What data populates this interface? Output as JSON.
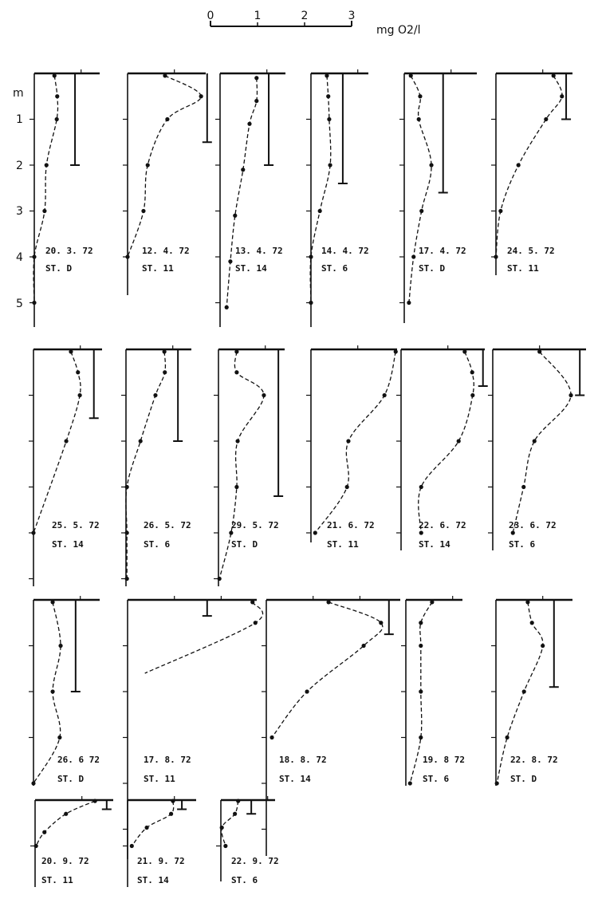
{
  "chart_data": {
    "type": "line",
    "description_type": "vertical oxygen profiles (small multiples)",
    "xlabel": "mg O2/l",
    "ylabel": "m",
    "scale_ticks": [
      "0",
      "1",
      "2",
      "3"
    ],
    "depth_ticks": [
      "1",
      "2",
      "3",
      "4",
      "5"
    ],
    "xlim": [
      0,
      3
    ],
    "ylim": [
      0,
      5.5
    ],
    "y_inverted": true,
    "line_style": "dashed",
    "color": "#111111",
    "panels": [
      {
        "date": "20. 3. 72",
        "station": "ST. D",
        "points": [
          [
            0.43,
            0.05
          ],
          [
            0.49,
            0.5
          ],
          [
            0.48,
            1
          ],
          [
            0.26,
            2
          ],
          [
            0.22,
            3
          ],
          [
            0,
            4
          ],
          [
            0,
            5
          ]
        ],
        "bar": [
          0.87,
          2
        ]
      },
      {
        "date": "12. 4. 72",
        "station": "ST. 11",
        "points": [
          [
            0.8,
            0.05
          ],
          [
            1.57,
            0.5
          ],
          [
            0.85,
            1
          ],
          [
            0.43,
            2
          ],
          [
            0.34,
            3
          ],
          [
            0,
            4
          ]
        ],
        "bar": [
          1.7,
          1.5
        ]
      },
      {
        "date": "13. 4. 72",
        "station": "ST. 14",
        "points": [
          [
            0.78,
            0.1
          ],
          [
            0.78,
            0.6
          ],
          [
            0.63,
            1.1
          ],
          [
            0.49,
            2.1
          ],
          [
            0.32,
            3.1
          ],
          [
            0.22,
            4.1
          ],
          [
            0.14,
            5.1
          ]
        ],
        "bar": [
          1.04,
          2
        ]
      },
      {
        "date": "14. 4. 72",
        "station": "ST. 6",
        "points": [
          [
            0.34,
            0.05
          ],
          [
            0.37,
            0.5
          ],
          [
            0.39,
            1
          ],
          [
            0.41,
            2
          ],
          [
            0.19,
            3
          ],
          [
            0,
            4
          ],
          [
            0,
            5
          ]
        ],
        "bar": [
          0.68,
          2.4
        ]
      },
      {
        "date": "17. 4. 72",
        "station": "ST. D",
        "points": [
          [
            0.14,
            0.05
          ],
          [
            0.34,
            0.5
          ],
          [
            0.31,
            1
          ],
          [
            0.58,
            2
          ],
          [
            0.37,
            3
          ],
          [
            0.2,
            4
          ],
          [
            0.1,
            5
          ]
        ],
        "bar": [
          0.83,
          2.6
        ]
      },
      {
        "date": "24. 5. 72",
        "station": "ST. 11",
        "points": [
          [
            1.23,
            0.05
          ],
          [
            1.41,
            0.5
          ],
          [
            1.07,
            1
          ],
          [
            0.48,
            2
          ],
          [
            0.1,
            3
          ],
          [
            0,
            4
          ]
        ],
        "bar": [
          1.5,
          1
        ]
      },
      {
        "date": "25. 5. 72",
        "station": "ST. 14",
        "points": [
          [
            0.8,
            0.05
          ],
          [
            0.95,
            0.5
          ],
          [
            0.99,
            1
          ],
          [
            0.7,
            2
          ],
          [
            0,
            4
          ]
        ],
        "bar": [
          1.29,
          1.5
        ]
      },
      {
        "date": "26. 5. 72",
        "station": "ST. 6",
        "points": [
          [
            0.82,
            0.05
          ],
          [
            0.83,
            0.5
          ],
          [
            0.63,
            1
          ],
          [
            0.31,
            2
          ],
          [
            0.02,
            3
          ],
          [
            0.02,
            4
          ],
          [
            0.02,
            5
          ]
        ],
        "bar": [
          1.11,
          2
        ]
      },
      {
        "date": "29. 5. 72",
        "station": "ST. D",
        "points": [
          [
            0.39,
            0.05
          ],
          [
            0.39,
            0.5
          ],
          [
            0.97,
            1
          ],
          [
            0.41,
            2
          ],
          [
            0.39,
            3
          ],
          [
            0.27,
            4
          ],
          [
            0.02,
            5
          ]
        ],
        "bar": [
          1.28,
          3.2
        ]
      },
      {
        "date": "21. 6. 72",
        "station": "ST. 11",
        "points": [
          [
            1.81,
            0.05
          ],
          [
            1.57,
            1
          ],
          [
            0.8,
            2
          ],
          [
            0.77,
            3
          ],
          [
            0.09,
            4
          ]
        ],
        "bar": null
      },
      {
        "date": "22. 6. 72",
        "station": "ST. 14",
        "points": [
          [
            1.36,
            0.05
          ],
          [
            1.52,
            0.5
          ],
          [
            1.53,
            1
          ],
          [
            1.23,
            2
          ],
          [
            0.43,
            3
          ],
          [
            0.43,
            4
          ]
        ],
        "bar": [
          1.75,
          0.8
        ]
      },
      {
        "date": "23. 6. 72",
        "station": "ST. 6",
        "points": [
          [
            1.0,
            0.05
          ],
          [
            1.67,
            1
          ],
          [
            0.89,
            2
          ],
          [
            0.66,
            3
          ],
          [
            0.43,
            4
          ]
        ],
        "bar": [
          1.86,
          1
        ]
      },
      {
        "date": "26. 6 72",
        "station": "ST. D",
        "points": [
          [
            0.41,
            0.05
          ],
          [
            0.58,
            1
          ],
          [
            0.41,
            2
          ],
          [
            0.56,
            3
          ],
          [
            0,
            4
          ]
        ],
        "bar": [
          0.9,
          2
        ]
      },
      {
        "date": "17. 8. 72",
        "station": "ST. 11",
        "points": [
          [
            2.67,
            0.05
          ],
          [
            2.73,
            0.5
          ]
        ],
        "curve_extends_to": [
          0.37,
          1.6
        ],
        "bar": [
          1.7,
          0.35
        ]
      },
      {
        "date": "18. 8. 72",
        "station": "ST. 14",
        "points": [
          [
            1.33,
            0.05
          ],
          [
            2.45,
            0.5
          ],
          [
            2.08,
            1
          ],
          [
            0.87,
            2
          ],
          [
            0.12,
            3
          ]
        ],
        "bar": [
          2.62,
          0.75
        ]
      },
      {
        "date": "19. 8  72",
        "station": "ST. 6",
        "points": [
          [
            0.56,
            0.05
          ],
          [
            0.32,
            0.5
          ],
          [
            0.32,
            1
          ],
          [
            0.32,
            2
          ],
          [
            0.32,
            3
          ],
          [
            0.09,
            4
          ]
        ],
        "bar": null
      },
      {
        "date": "22. 8. 72",
        "station": "ST. D",
        "points": [
          [
            0.68,
            0.05
          ],
          [
            0.77,
            0.5
          ],
          [
            1.0,
            1
          ],
          [
            0.6,
            2
          ],
          [
            0.24,
            3
          ],
          [
            0.02,
            4
          ]
        ],
        "bar": [
          1.24,
          1.9
        ]
      },
      {
        "date": "20. 9. 72",
        "station": "ST. 11",
        "points": [
          [
            1.28,
            0.02
          ],
          [
            0.66,
            0.3
          ],
          [
            0.2,
            0.7
          ],
          [
            0.02,
            1
          ]
        ],
        "bar": [
          1.53,
          0.2
        ]
      },
      {
        "date": "21. 9. 72",
        "station": "ST. 14",
        "points": [
          [
            0.97,
            0.02
          ],
          [
            0.93,
            0.3
          ],
          [
            0.41,
            0.6
          ],
          [
            0.09,
            1
          ]
        ],
        "bar": [
          1.16,
          0.2
        ]
      },
      {
        "date": "22. 9. 72",
        "station": "ST. 6",
        "points": [
          [
            0.37,
            0.02
          ],
          [
            0.3,
            0.3
          ],
          [
            0.02,
            0.6
          ],
          [
            0.1,
            1
          ]
        ],
        "bar": [
          0.65,
          0.3
        ]
      }
    ]
  }
}
